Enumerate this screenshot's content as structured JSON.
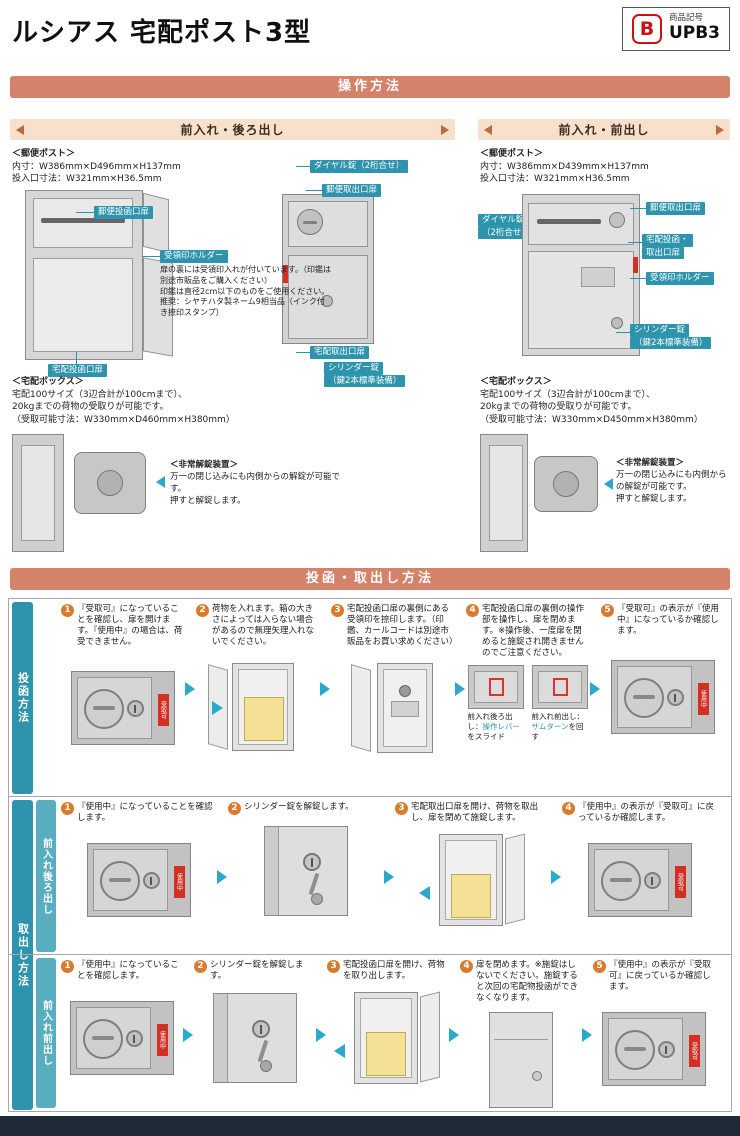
{
  "colors": {
    "banner": "#d5826a",
    "column_header_bg": "#f8e0cb",
    "label_chip": "#2e93ac",
    "arrow_blue": "#2aa9cc",
    "step_number": "#d97b2e",
    "status_tag_red": "#d32f23",
    "sidebar_blue": "#2e93ac",
    "footer_bar": "#202938",
    "logo_red": "#cc1111"
  },
  "header": {
    "title": "ルシアス 宅配ポスト3型",
    "logo_letter": "B",
    "product_label": "商品記号",
    "product_code": "UPB3"
  },
  "section1": {
    "banner": "操作方法",
    "left": {
      "header": "前入れ・後ろ出し",
      "post_title": "＜郵便ポスト＞",
      "post_line1": "内寸：W386mm×D496mm×H137mm",
      "post_line2": "投入口寸法：W321mm×H36.5mm",
      "label_mail_in": "郵便投函口扉",
      "label_stamp_holder": "受領印ホルダー",
      "stamp_note1": "扉の裏には受領印入れが付いています。（印鑑は別途市販品をご購入ください）",
      "stamp_note2": "印鑑は直径2cm以下のものをご使用ください。",
      "stamp_note3": "推奨：シヤチハタ製ネーム9相当品（インク付き捺印スタンプ）",
      "label_dial": "ダイヤル錠（2桁合せ）",
      "label_mail_out": "郵便取出口扉",
      "label_delivery_in": "宅配投函口扉",
      "label_delivery_out": "宅配取出口扉",
      "label_cylinder": "シリンダー錠",
      "label_cylinder2": "（鍵2本標準装備）",
      "box_title": "＜宅配ボックス＞",
      "box_line1": "宅配100サイズ（3辺合計が100cmまで）、",
      "box_line2": "20kgまでの荷物の受取りが可能です。",
      "box_line3": "（受取可能寸法：W330mm×D460mm×H380mm）",
      "emg_title": "＜非常解錠装置＞",
      "emg_line1": "万一の閉じ込みにも内側からの解錠が可能です。",
      "emg_line2": "押すと解錠します。"
    },
    "right": {
      "header": "前入れ・前出し",
      "post_title": "＜郵便ポスト＞",
      "post_line1": "内寸：W386mm×D439mm×H137mm",
      "post_line2": "投入口寸法：W321mm×H36.5mm",
      "label_dial": "ダイヤル錠",
      "label_dial2": "（2桁合せ）",
      "label_mail_out": "郵便取出口扉",
      "label_delivery": "宅配投函・",
      "label_delivery2": "取出口扉",
      "label_stamp_holder": "受領印ホルダー",
      "label_cylinder": "シリンダー錠",
      "label_cylinder2": "（鍵2本標準装備）",
      "box_title": "＜宅配ボックス＞",
      "box_line1": "宅配100サイズ（3辺合計が100cmまで）、",
      "box_line2": "20kgまでの荷物の受取りが可能です。",
      "box_line3": "（受取可能寸法：W330mm×D450mm×H380mm）",
      "emg_title": "＜非常解錠装置＞",
      "emg_line1": "万一の閉じ込みにも内側からの解錠が可能です。",
      "emg_line2": "押すと解錠します。"
    }
  },
  "section2": {
    "banner": "投函・取出し方法",
    "sidebar": {
      "post_method": "投函方法",
      "takeout_method": "取出し方法",
      "row2_label": "前入れ後ろ出し",
      "row3_label": "前入れ前出し"
    },
    "row1": {
      "steps": [
        {
          "num": "1",
          "text": "『受取可』になっていることを確認し、扉を開けます。『使用中』の場合は、荷受できません。",
          "tag": "受取可"
        },
        {
          "num": "2",
          "text": "荷物を入れます。箱の大きさによっては入らない場合があるので無理矢理入れないでください。"
        },
        {
          "num": "3",
          "text": "宅配投函口扉の裏側にある受領印を捺印します。（印鑑、カールコードは別途市販品をお買い求めください）"
        },
        {
          "num": "4",
          "text": "宅配投函口扉の裏側の操作部を操作し、扉を閉めます。※操作後、一度扉を閉めると施錠され開きませんのでご注意ください。",
          "minis": [
            {
              "label": "前入れ後ろ出し：",
              "term": "操作レバー",
              "rest": "をスライド"
            },
            {
              "label": "前入れ前出し：",
              "term": "サムターン",
              "rest": "を回す"
            }
          ]
        },
        {
          "num": "5",
          "text": "『受取可』の表示が『使用中』になっているか確認します。",
          "tag": "使用中"
        }
      ]
    },
    "row2": {
      "steps": [
        {
          "num": "1",
          "text": "『使用中』になっていることを確認します。",
          "tag": "使用中"
        },
        {
          "num": "2",
          "text": "シリンダー錠を解錠します。"
        },
        {
          "num": "3",
          "text": "宅配取出口扉を開け、荷物を取出し、扉を閉めて施錠します。"
        },
        {
          "num": "4",
          "text": "『使用中』の表示が『受取可』に戻っているか確認します。",
          "tag": "受取可"
        }
      ]
    },
    "row3": {
      "steps": [
        {
          "num": "1",
          "text": "『使用中』になっていることを確認します。",
          "tag": "使用中"
        },
        {
          "num": "2",
          "text": "シリンダー錠を解錠します。"
        },
        {
          "num": "3",
          "text": "宅配投函口扉を開け、荷物を取り出します。"
        },
        {
          "num": "4",
          "text": "扉を閉めます。※施錠はしないでください。施錠すると次回の宅配物投函ができなくなります。"
        },
        {
          "num": "5",
          "text": "『使用中』の表示が『受取可』に戻っているか確認します。",
          "tag": "受取可"
        }
      ]
    }
  }
}
